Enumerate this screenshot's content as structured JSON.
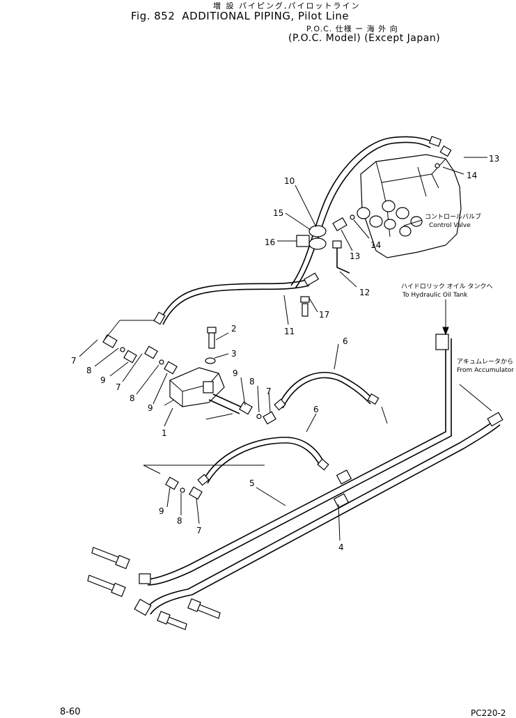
{
  "header": {
    "jp_title": "増 設 パイピング,パイロットライン",
    "fig_label": "Fig. 852",
    "title": "ADDITIONAL PIPING, Pilot Line",
    "jp_subtitle": "P.O.C. 仕様 ー 海 外 向",
    "en_subtitle": "(P.O.C. Model) (Except Japan)"
  },
  "annotations": {
    "control_valve_jp": "コントロールバルブ",
    "control_valve_en": "Control Valve",
    "hyd_tank_jp": "ハイドロリック オイル タンクへ",
    "hyd_tank_en": "To Hydraulic Oil Tank",
    "accumulator_jp": "アキュムレータから",
    "accumulator_en": "From Accumulator"
  },
  "part_labels": [
    "1",
    "2",
    "3",
    "4",
    "5",
    "6",
    "6",
    "7",
    "7",
    "7",
    "7",
    "8",
    "8",
    "8",
    "8",
    "9",
    "9",
    "9",
    "9",
    "10",
    "11",
    "12",
    "13",
    "13",
    "14",
    "14",
    "15",
    "16",
    "17"
  ],
  "footer": {
    "page": "8-60",
    "model": "PC220-2"
  }
}
